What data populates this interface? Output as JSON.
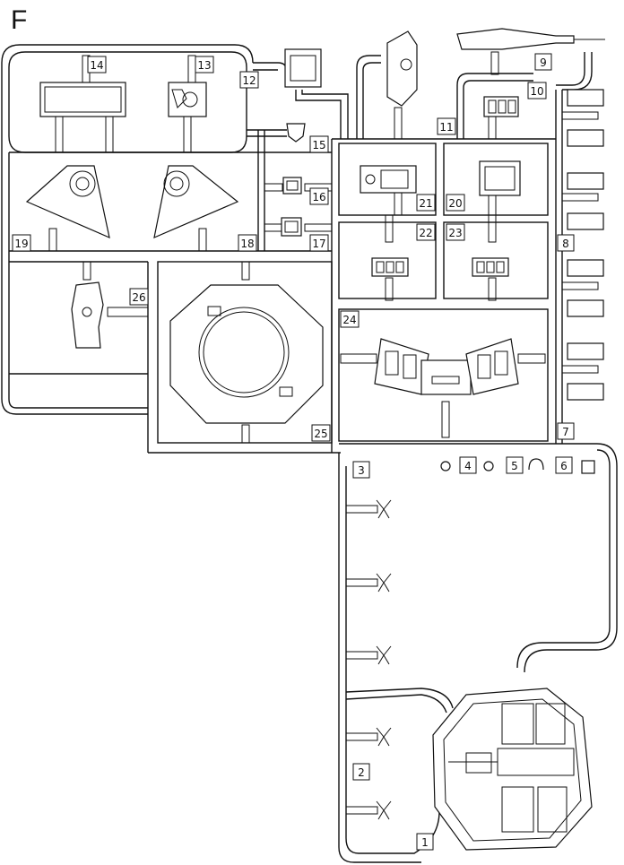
{
  "sprue": {
    "letter": "F",
    "part_numbers": [
      "1",
      "2",
      "3",
      "4",
      "5",
      "6",
      "7",
      "8",
      "9",
      "10",
      "11",
      "12",
      "13",
      "14",
      "15",
      "16",
      "17",
      "18",
      "19",
      "20",
      "21",
      "22",
      "23",
      "24",
      "25",
      "26"
    ]
  },
  "colors": {
    "line": "#111111",
    "background": "#ffffff"
  }
}
